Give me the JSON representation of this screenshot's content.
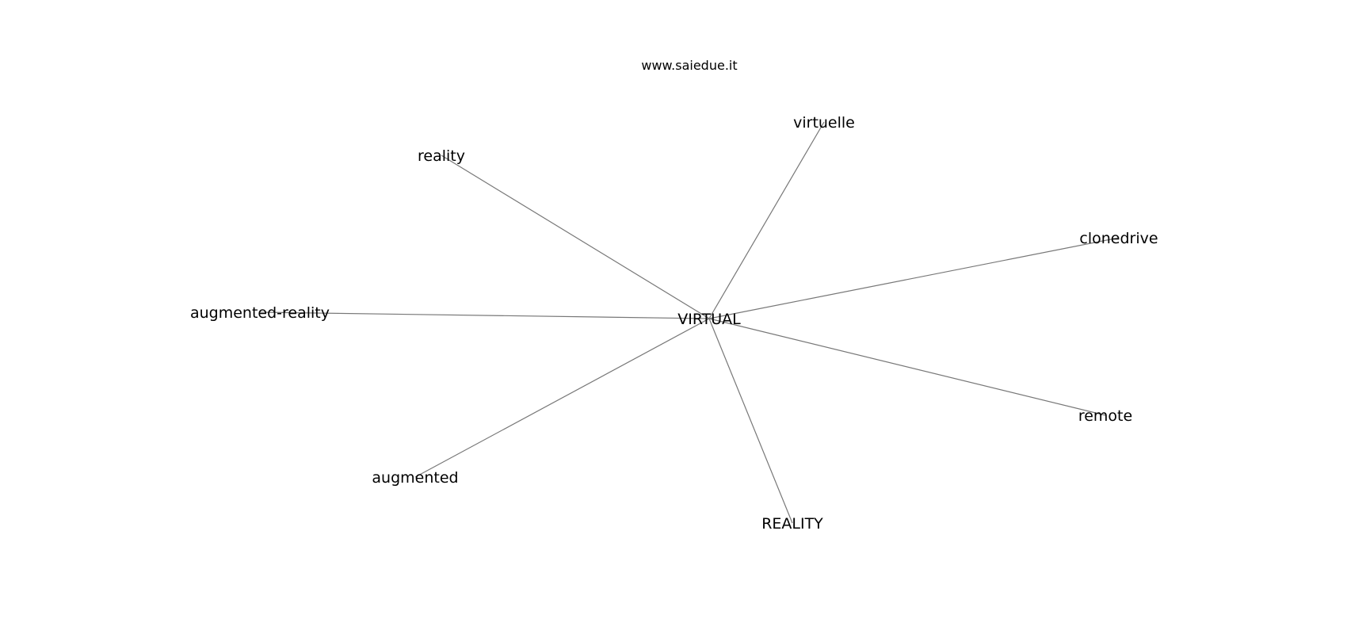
{
  "watermark": "www.saiedue.it",
  "center": {
    "id": "virtual",
    "label": "VIRTUAL"
  },
  "nodes": [
    {
      "id": "virtuelle",
      "label": "virtuelle"
    },
    {
      "id": "reality",
      "label": "reality"
    },
    {
      "id": "clonedrive",
      "label": "clonedrive"
    },
    {
      "id": "augmented-reality",
      "label": "augmented-reality"
    },
    {
      "id": "remote",
      "label": "remote"
    },
    {
      "id": "augmented",
      "label": "augmented"
    },
    {
      "id": "REALITY",
      "label": "REALITY"
    }
  ],
  "edges": [
    [
      "virtual",
      "virtuelle"
    ],
    [
      "virtual",
      "reality"
    ],
    [
      "virtual",
      "clonedrive"
    ],
    [
      "virtual",
      "augmented-reality"
    ],
    [
      "virtual",
      "remote"
    ],
    [
      "virtual",
      "augmented"
    ],
    [
      "virtual",
      "REALITY"
    ]
  ],
  "colors": {
    "edge": "#777777",
    "text": "#000000",
    "background": "#ffffff"
  }
}
